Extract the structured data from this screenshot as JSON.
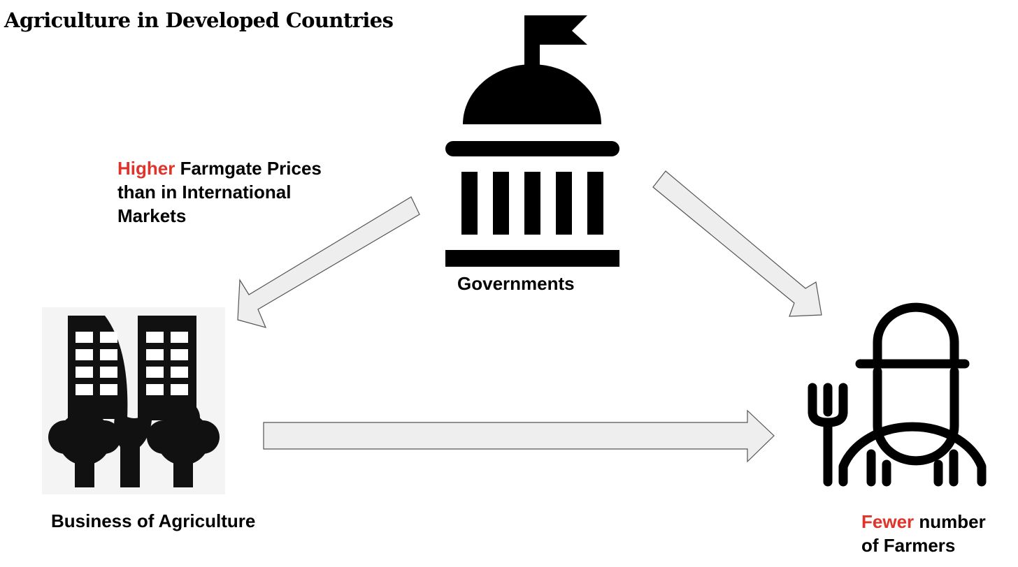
{
  "title": "Agriculture in Developed Countries",
  "nodes": {
    "government": {
      "label": "Governments",
      "icon": "capitol-building-icon"
    },
    "business": {
      "label": "Business of Agriculture",
      "icon": "agribusiness-buildings-trees-icon"
    },
    "farmers": {
      "label_highlight": "Fewer",
      "label_rest": " number",
      "label_line2": "of Farmers",
      "icon": "farmer-with-pitchfork-icon"
    }
  },
  "edges": {
    "gov_to_business": {
      "label_highlight": "Higher",
      "label_line1_rest": " Farmgate Prices",
      "label_line2": "than in International",
      "label_line3": "Markets"
    },
    "gov_to_farmers": {},
    "business_to_farmers": {}
  },
  "colors": {
    "highlight": "#e0342b",
    "icon": "#000000",
    "arrow_fill": "#eeeeee",
    "arrow_stroke": "#555555"
  }
}
